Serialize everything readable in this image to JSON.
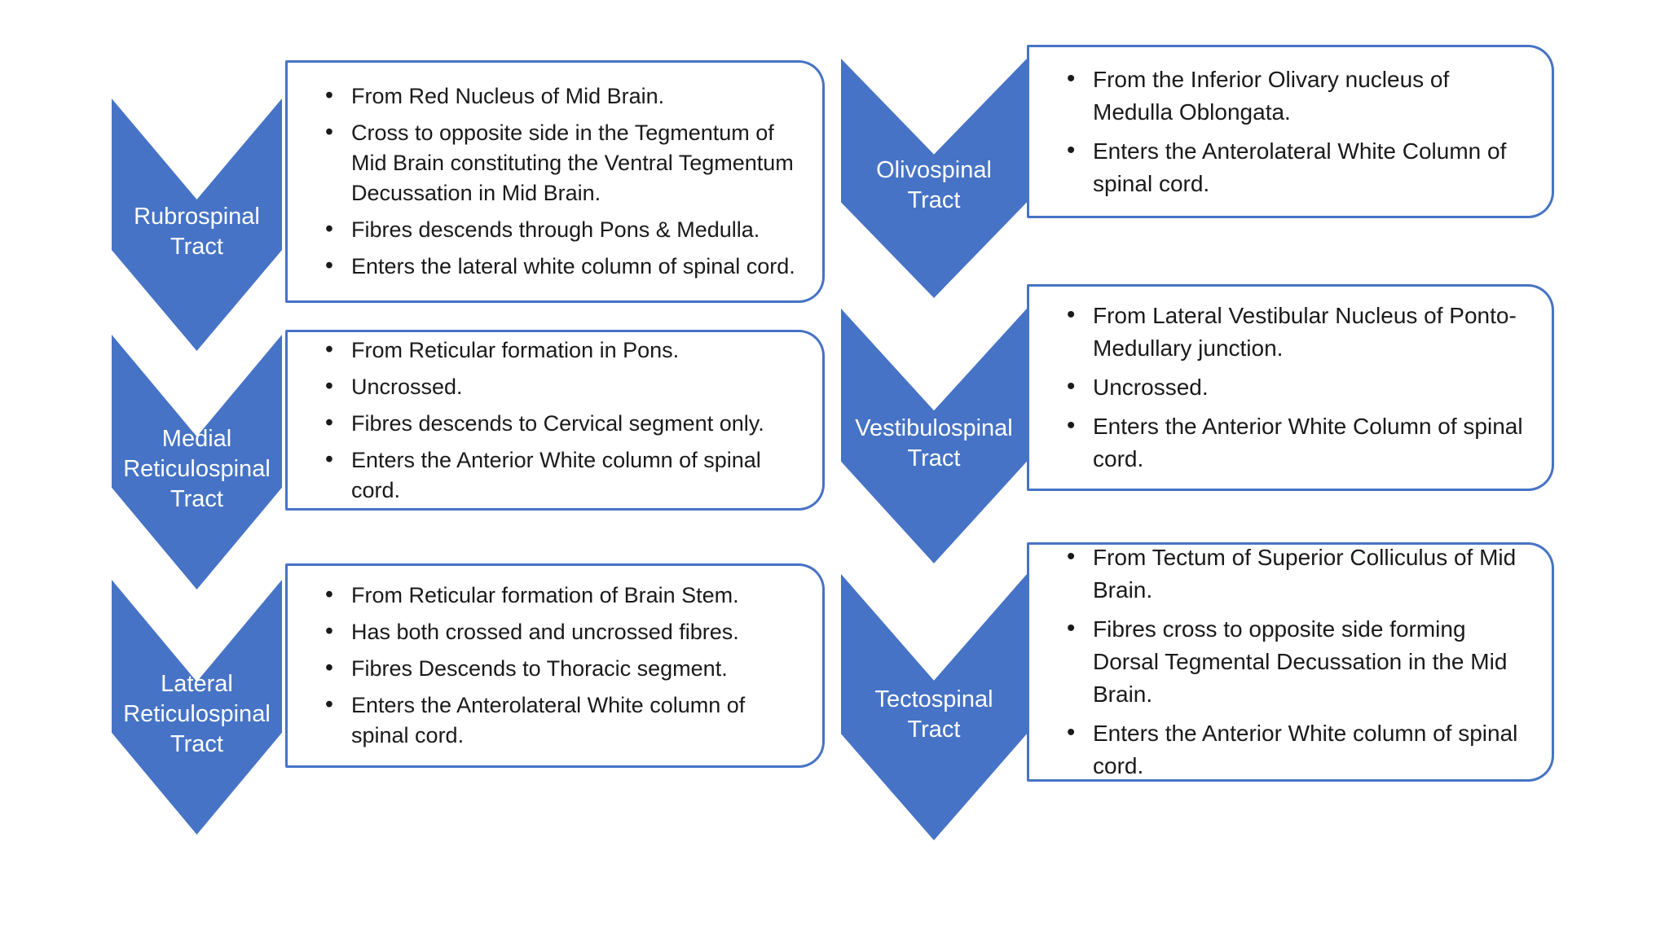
{
  "colors": {
    "chevron_fill": "#4673c5",
    "box_border": "#4673c5",
    "chevron_text": "#ffffff",
    "bullet_text": "#1a1a1a"
  },
  "bullet_glyph": "•",
  "tracts": [
    {
      "id": "rubrospinal",
      "label": "Rubrospinal Tract",
      "label_lines": [
        "Rubrospinal",
        "Tract"
      ],
      "bullets": [
        "From Red Nucleus of Mid Brain.",
        "Cross to opposite side in the Tegmentum of Mid Brain constituting the Ventral Tegmentum Decussation in Mid Brain.",
        "Fibres descends through Pons & Medulla.",
        "Enters the lateral white column of spinal cord."
      ]
    },
    {
      "id": "medial-reticulospinal",
      "label": "Medial Reticulospinal Tract",
      "label_lines": [
        "Medial",
        "Reticulospinal",
        "Tract"
      ],
      "bullets": [
        "From Reticular formation in Pons.",
        "Uncrossed.",
        "Fibres descends to Cervical segment only.",
        "Enters the Anterior White column of spinal cord."
      ]
    },
    {
      "id": "lateral-reticulospinal",
      "label": "Lateral Reticulospinal Tract",
      "label_lines": [
        "Lateral",
        "Reticulospinal",
        "Tract"
      ],
      "bullets": [
        "From Reticular formation of Brain Stem.",
        "Has both crossed and uncrossed fibres.",
        "Fibres Descends to Thoracic segment.",
        "Enters the Anterolateral White column of spinal cord."
      ]
    },
    {
      "id": "olivospinal",
      "label": "Olivospinal Tract",
      "label_lines": [
        "Olivospinal",
        "Tract"
      ],
      "bullets": [
        "From the Inferior Olivary nucleus of Medulla Oblongata.",
        "Enters the Anterolateral White Column of spinal cord."
      ]
    },
    {
      "id": "vestibulospinal",
      "label": "Vestibulospinal Tract",
      "label_lines": [
        "Vestibulospinal",
        "Tract"
      ],
      "bullets": [
        "From Lateral Vestibular Nucleus of Ponto-Medullary junction.",
        "Uncrossed.",
        "Enters the Anterior White Column of spinal cord."
      ]
    },
    {
      "id": "tectospinal",
      "label": "Tectospinal Tract",
      "label_lines": [
        "Tectospinal",
        "Tract"
      ],
      "bullets": [
        "From Tectum of Superior Colliculus of Mid Brain.",
        "Fibres cross to opposite side forming Dorsal Tegmental Decussation in the Mid Brain.",
        "Enters the Anterior White column of spinal cord."
      ]
    }
  ]
}
